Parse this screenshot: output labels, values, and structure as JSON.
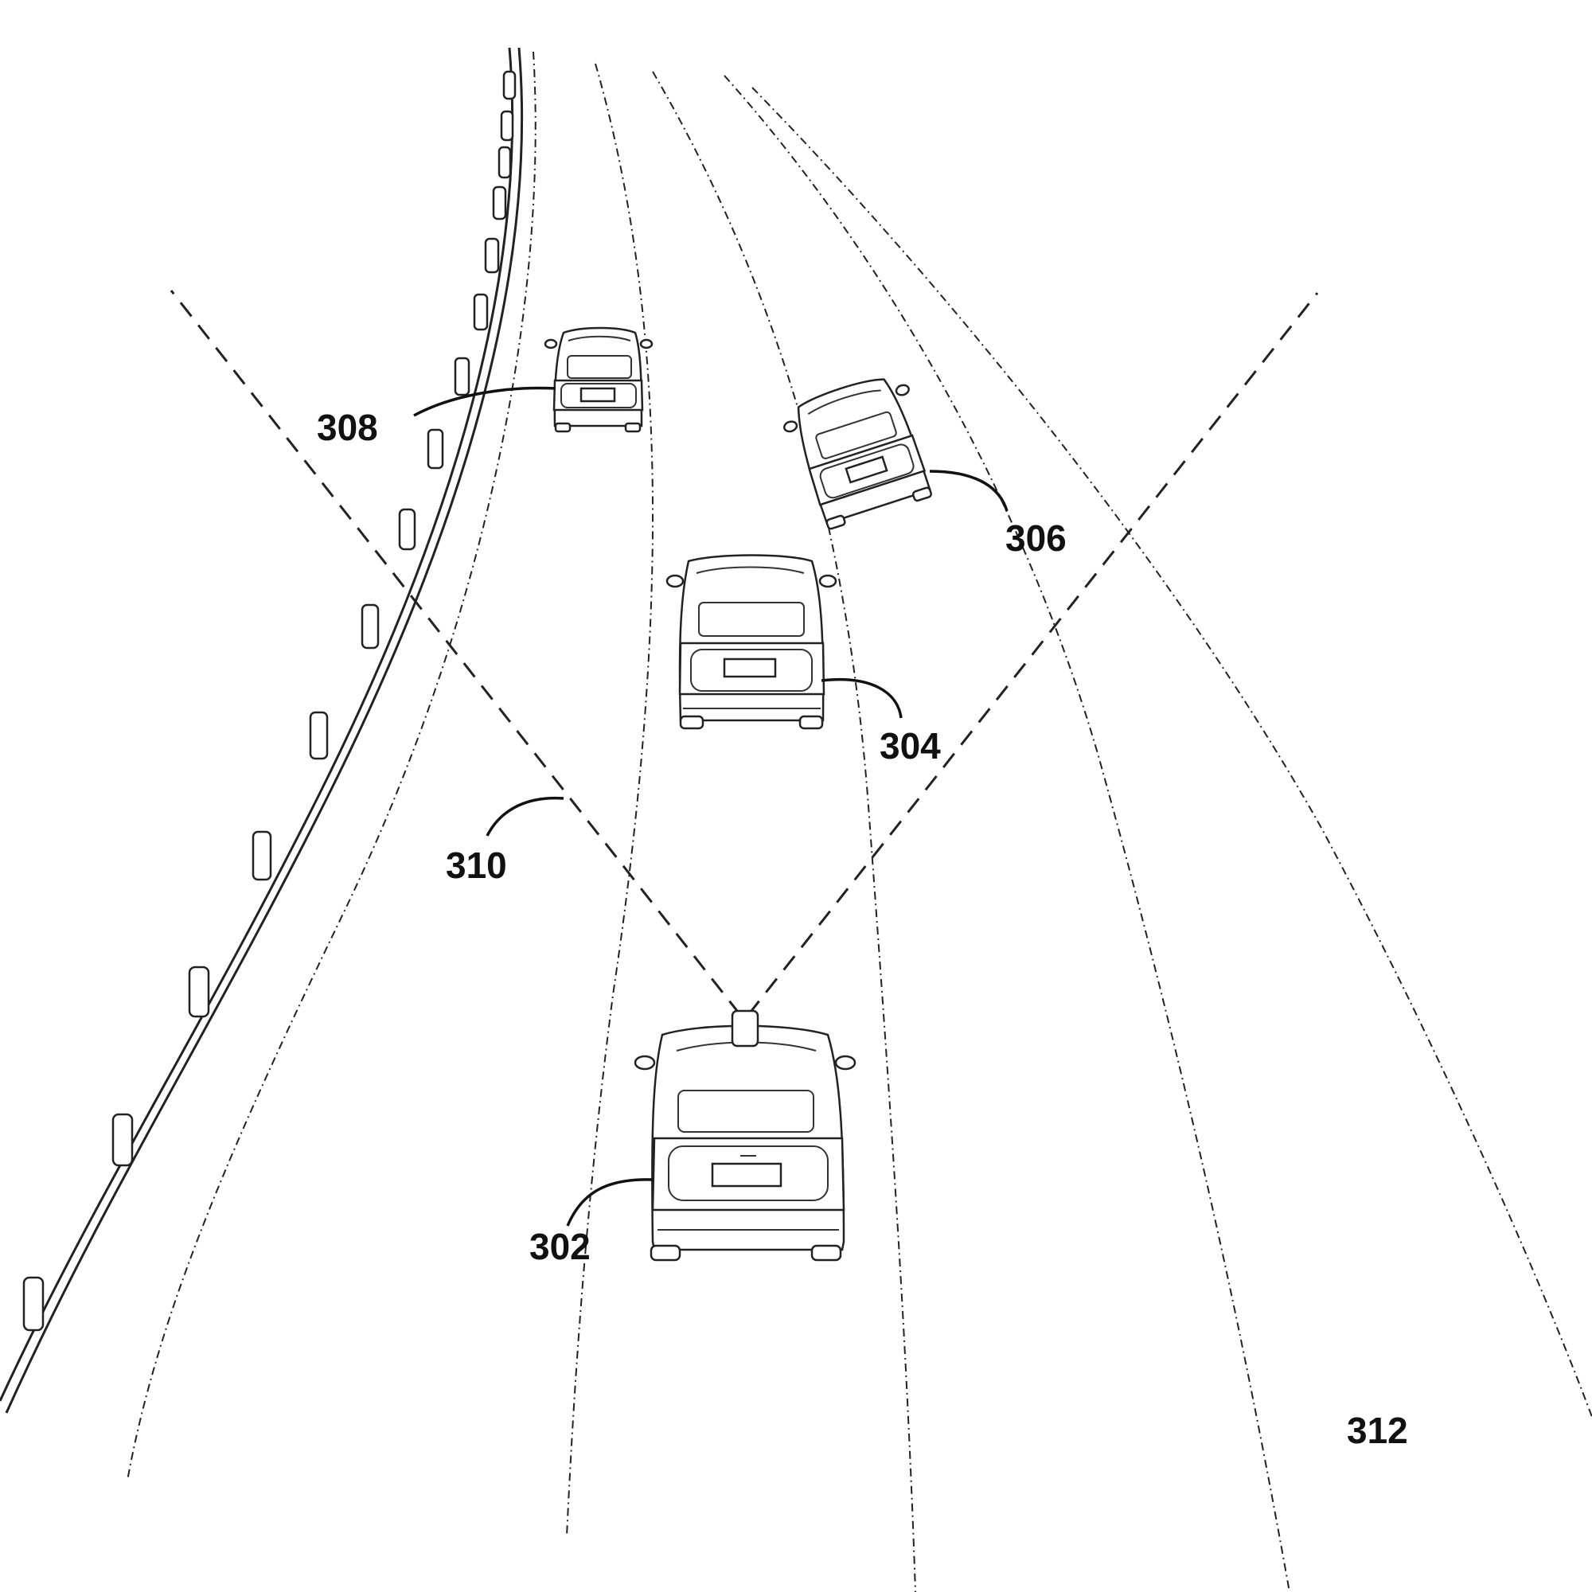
{
  "figure": {
    "labels": {
      "ego_vehicle": "302",
      "lead_vehicle": "304",
      "right_vehicle": "306",
      "left_vehicle": "308",
      "field_of_view": "310",
      "roadway": "312"
    }
  },
  "colors": {
    "ink": "#111111",
    "background": "#ffffff"
  }
}
